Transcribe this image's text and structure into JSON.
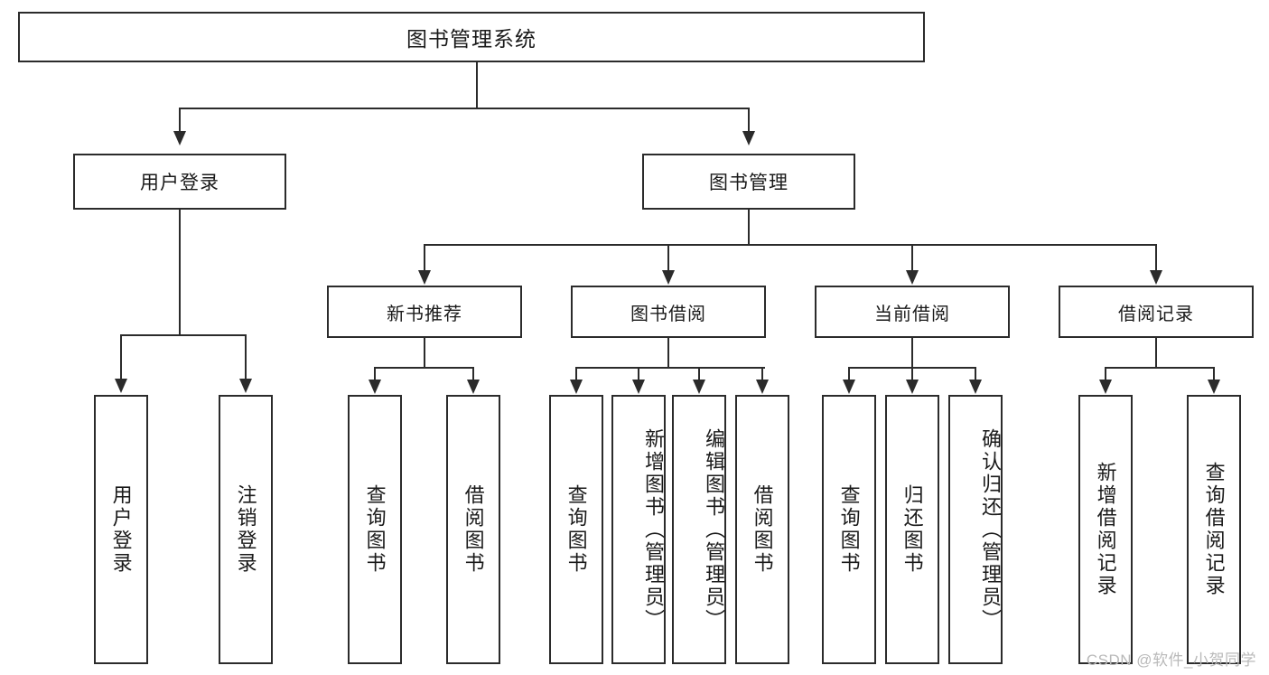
{
  "diagram": {
    "title": "图书管理系统",
    "watermark": "CSDN @软件_小贺同学",
    "levels": {
      "root": {
        "label": "图书管理系统"
      },
      "level2": [
        {
          "id": "user-login",
          "label": "用户登录"
        },
        {
          "id": "book-management",
          "label": "图书管理"
        }
      ],
      "level3": [
        {
          "id": "new-book-recommend",
          "label": "新书推荐"
        },
        {
          "id": "book-borrow",
          "label": "图书借阅"
        },
        {
          "id": "current-borrow",
          "label": "当前借阅"
        },
        {
          "id": "borrow-record",
          "label": "借阅记录"
        }
      ],
      "leaves": {
        "user_login": [
          {
            "id": "leaf-user-login",
            "label": "用户登录"
          },
          {
            "id": "leaf-logout",
            "label": "注销登录"
          }
        ],
        "new_book_recommend": [
          {
            "id": "leaf-query-book-1",
            "label": "查询图书"
          },
          {
            "id": "leaf-borrow-book-1",
            "label": "借阅图书"
          }
        ],
        "book_borrow": [
          {
            "id": "leaf-query-book-2",
            "label": "查询图书"
          },
          {
            "id": "leaf-add-book",
            "label": "新增图书（管理员）"
          },
          {
            "id": "leaf-edit-book",
            "label": "编辑图书（管理员）"
          },
          {
            "id": "leaf-borrow-book-2",
            "label": "借阅图书"
          }
        ],
        "current_borrow": [
          {
            "id": "leaf-query-book-3",
            "label": "查询图书"
          },
          {
            "id": "leaf-return-book",
            "label": "归还图书"
          },
          {
            "id": "leaf-confirm-return",
            "label": "确认归还（管理员）"
          }
        ],
        "borrow_record": [
          {
            "id": "leaf-add-record",
            "label": "新增借阅记录"
          },
          {
            "id": "leaf-query-record",
            "label": "查询借阅记录"
          }
        ]
      }
    },
    "colors": {
      "stroke": "#2b2b2b",
      "fill": "#ffffff",
      "text": "#1a1a1a",
      "watermark": "#b9b9b9"
    }
  }
}
